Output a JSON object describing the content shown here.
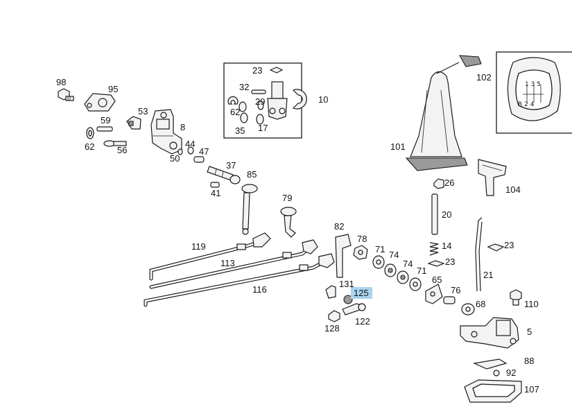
{
  "labels": {
    "p98": "98",
    "p95": "95",
    "p53": "53",
    "p59": "59",
    "p8": "8",
    "p62a": "62",
    "p56": "56",
    "p44": "44",
    "p47": "47",
    "p50": "50",
    "p23a": "23",
    "p32": "32",
    "p29": "29",
    "p62b": "62",
    "p35": "35",
    "p17": "17",
    "p10": "10",
    "p37": "37",
    "p85": "85",
    "p41": "41",
    "p79": "79",
    "p82": "82",
    "p78": "78",
    "p71a": "71",
    "p74a": "74",
    "p74b": "74",
    "p71b": "71",
    "p119": "119",
    "p113": "113",
    "p116": "116",
    "p131": "131",
    "p125": "125",
    "p128": "128",
    "p122": "122",
    "p65": "65",
    "p76": "76",
    "p68": "68",
    "p110": "110",
    "p5": "5",
    "p88": "88",
    "p92": "92",
    "p107": "107",
    "p101": "101",
    "p102": "102",
    "p26": "26",
    "p20": "20",
    "p14": "14",
    "p23b": "23",
    "p23c": "23",
    "p21": "21",
    "p104": "104"
  },
  "shift_pattern": {
    "row_top": "1 3 5",
    "row_bottom": "R 2 4"
  },
  "highlight_color": "#a9d4ef"
}
